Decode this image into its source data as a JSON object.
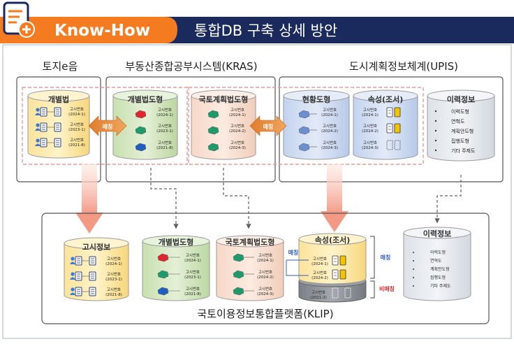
{
  "header": {
    "badge_label": "Know-How",
    "title": "통합DB 구축 상세 방안",
    "colors": {
      "navy": "#1b2a5c",
      "orange": "#f47b20"
    }
  },
  "top_groups": {
    "toji": {
      "title": "토지e음",
      "cylinder_label": "개별법",
      "items": [
        {
          "label": "고시번호",
          "code": "(2024-1)"
        },
        {
          "label": "고시번호",
          "code": "(2023-1)"
        },
        {
          "label": "고시번호",
          "code": "(2021-8)"
        }
      ]
    },
    "kras": {
      "title": "부동산종합공부시스템(KRAS)",
      "cyl1": {
        "label": "개별법도형",
        "items": [
          {
            "label": "고시번호",
            "code": "(2024-1)"
          },
          {
            "label": "고시번호",
            "code": "(2023-1)"
          },
          {
            "label": "고시번호",
            "code": "(2021-8)"
          }
        ]
      },
      "cyl2": {
        "label": "국토계획법도형",
        "items": [
          {
            "label": "고시번호",
            "code": "(2024-1)"
          },
          {
            "label": "고시번호",
            "code": "(2024-2)"
          },
          {
            "label": "고시번호",
            "code": "(2024-3)"
          }
        ]
      }
    },
    "upis": {
      "title": "도시계획정보체계(UPIS)",
      "cyl1": {
        "label": "현황도형",
        "items": [
          {
            "label": "고시번호",
            "code": "(2024-1)"
          },
          {
            "label": "고시번호",
            "code": "(2024-2)"
          },
          {
            "label": "고시번호",
            "code": "(2024-3)"
          }
        ]
      },
      "cyl2": {
        "label": "속성(조서)",
        "items": [
          {
            "label": "고시번호",
            "code": "(2024-1)"
          },
          {
            "label": "고시번호",
            "code": "(2024-2)"
          },
          {
            "label": "고시번호",
            "code": "(2024-3)"
          }
        ]
      },
      "cyl3": {
        "label": "이력정보",
        "bullets": [
          "이력도형",
          "연혁도",
          "계획안도형",
          "집행도형",
          "기타 주제도"
        ]
      }
    },
    "match_label_1": "매칭",
    "match_label_2": "매칭"
  },
  "platform": {
    "title": "국토이용정보통합플랫폼(KLIP)",
    "gosi": {
      "label": "고시정보",
      "items": [
        {
          "label": "고시번호",
          "code": "(2024-1)"
        },
        {
          "label": "고시번호",
          "code": "(2023-1)"
        },
        {
          "label": "고시번호",
          "code": "(2021-8)"
        }
      ]
    },
    "gaebyeol": {
      "label": "개별법도형",
      "items": [
        {
          "label": "고시번호",
          "code": "(2024-1)"
        },
        {
          "label": "고시번호",
          "code": "(2023-1)"
        },
        {
          "label": "고시번호",
          "code": "(2021-8)"
        }
      ]
    },
    "gukto": {
      "label": "국토계획법도형",
      "items": [
        {
          "label": "고시번호",
          "code": "(2024-1)"
        },
        {
          "label": "고시번호",
          "code": "(2024-2)"
        },
        {
          "label": "고시번호",
          "code": "(2024-3)"
        }
      ]
    },
    "sokseong": {
      "label": "속성(조서)",
      "items": [
        {
          "label": "고시번호",
          "code": "(2024-1)"
        },
        {
          "label": "고시번호",
          "code": "(2024-2)"
        }
      ],
      "extra_item": {
        "label": "고시번호",
        "code": "(2021-2)"
      }
    },
    "iryeok": {
      "label": "이력정보",
      "bullets": [
        "이력도형",
        "연혁도",
        "계획안도형",
        "집행도형",
        "기타 주제도"
      ]
    },
    "match_left": "매칭",
    "match_right": "매칭",
    "nonmatch": "비매칭"
  }
}
